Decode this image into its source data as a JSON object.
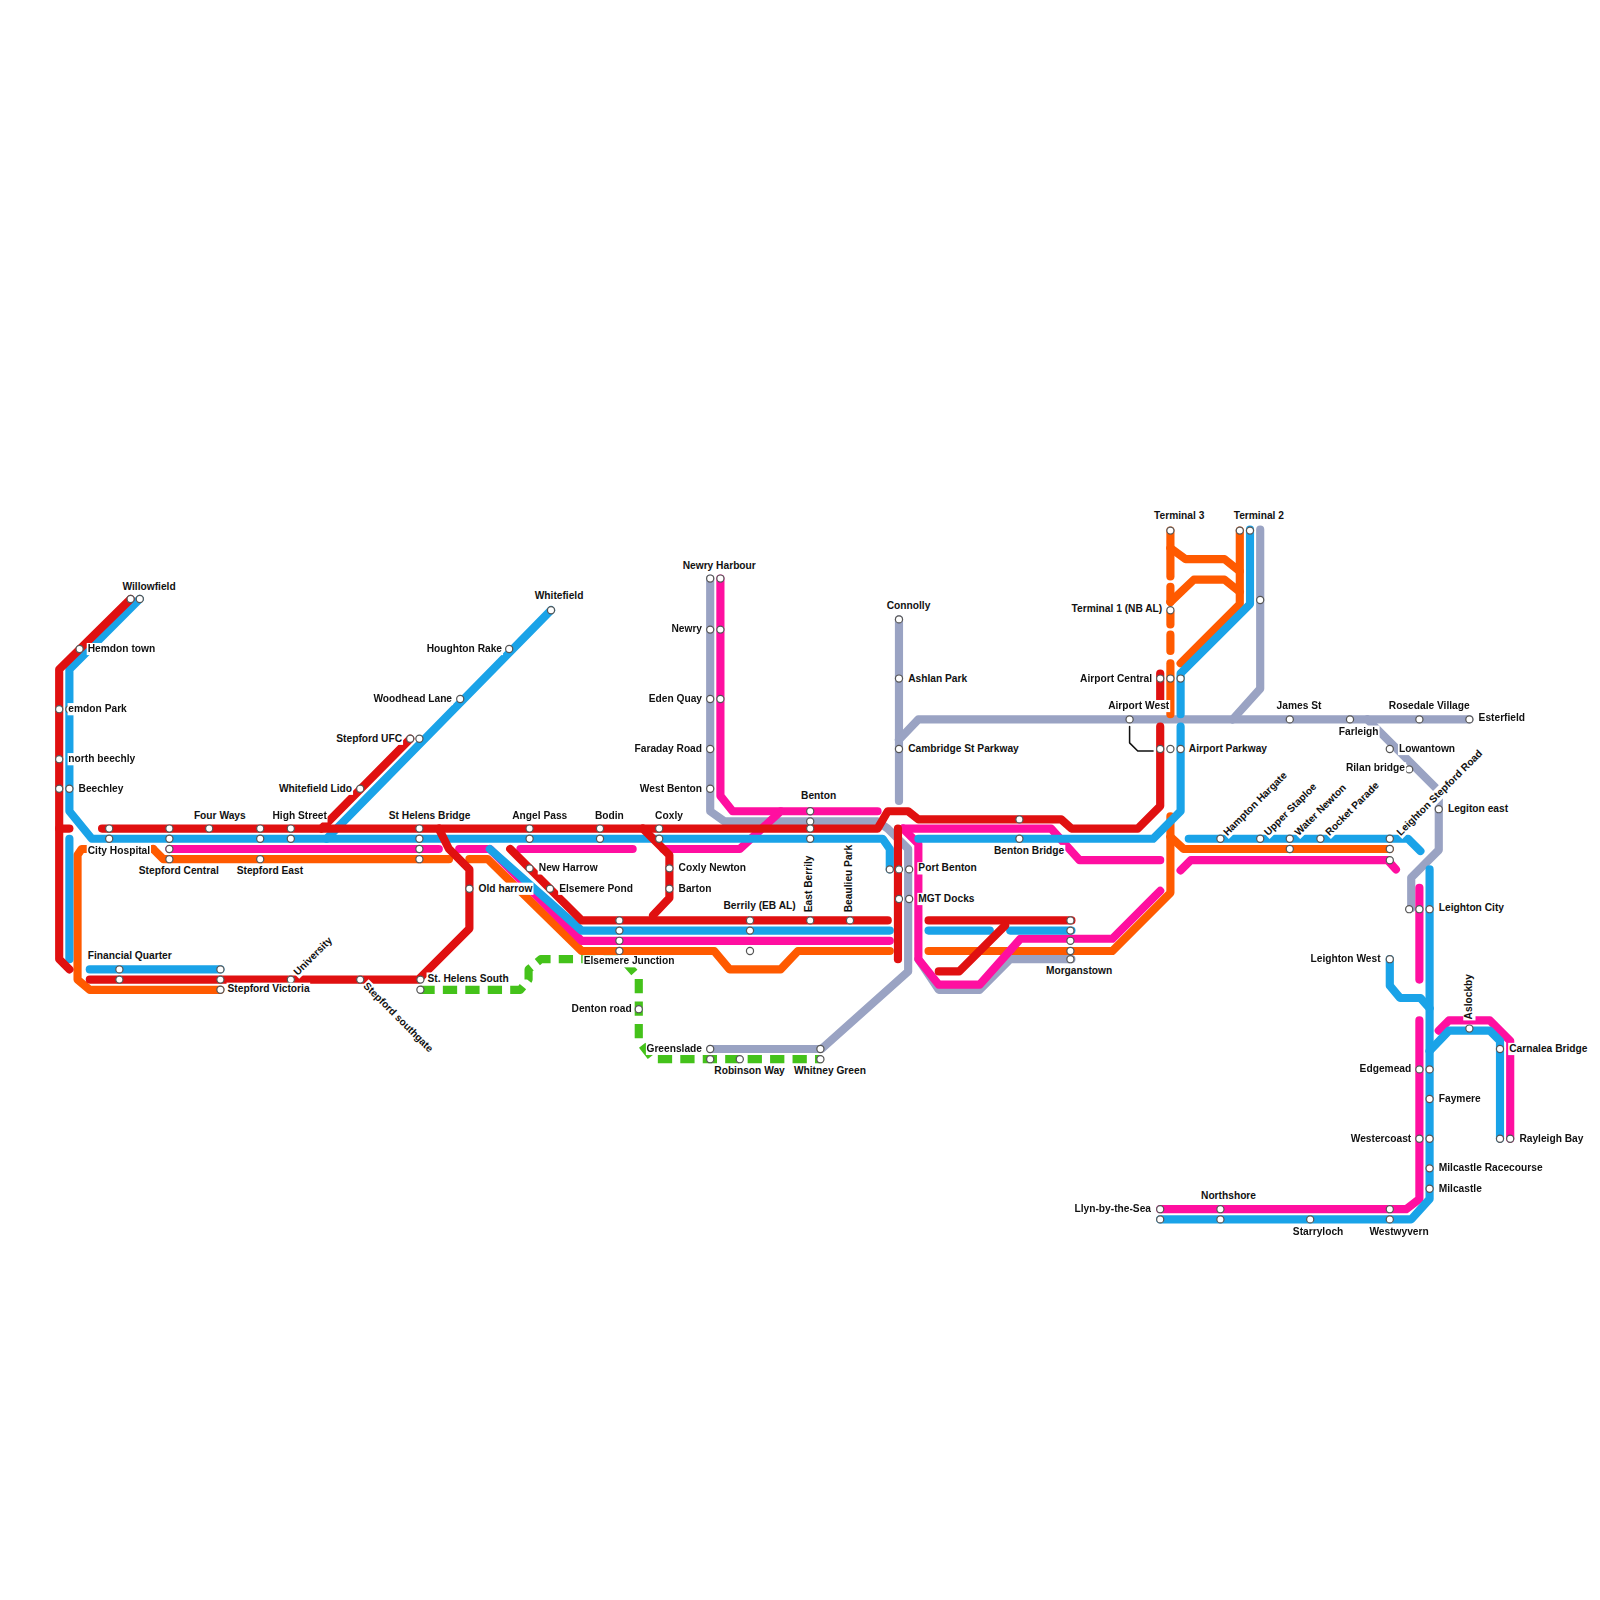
{
  "diagram": {
    "labels": [
      "Willowfield",
      "Hemdon town",
      "emdon Park",
      "north beechly",
      "Beechley",
      "City Hospital",
      "Four Ways",
      "High Street",
      "Stepford Central",
      "Stepford East",
      "Whitefield Lido",
      "Stepford UFC",
      "Woodhead Lane",
      "Houghton Rake",
      "Whitefield",
      "St Helens Bridge",
      "Old harrow",
      "Angel Pass",
      "Bodin",
      "Coxly",
      "New Harrow",
      "Elsemere Pond",
      "Coxly Newton",
      "Barton",
      "Financial Quarter",
      "University",
      "Stepford Victoria",
      "Stepford southgate",
      "St. Helens South",
      "Elsemere Junction",
      "Denton road",
      "Greenslade",
      "Robinson Way",
      "Whitney Green",
      "Berrily (EB AL)",
      "East Berrily",
      "Beaulieu Park",
      "Newry Harbour",
      "Newry",
      "Eden Quay",
      "Faraday Road",
      "West Benton",
      "Benton",
      "Connolly",
      "Ashlan Park",
      "Cambridge St Parkway",
      "Port Benton",
      "MGT Docks",
      "Benton Bridge",
      "Morganstown",
      "Terminal 3",
      "Terminal 2",
      "Terminal 1 (NB AL)",
      "Airport Central",
      "Airport West",
      "Airport Parkway",
      "James St",
      "Farleigh",
      "Rosedale Village",
      "Esterfield",
      "Lowantown",
      "Rilan bridge",
      "Hampton Hargate",
      "Upper Staploe",
      "Water Newton",
      "Rocket Parade",
      "Leighton Stepford Road",
      "Legiton east",
      "Leighton City",
      "Leighton West",
      "Aslockby",
      "Carnalea Bridge",
      "Edgemead",
      "Faymere",
      "Westercoast",
      "Rayleigh Bay",
      "Milcastle Racecourse",
      "Milcastle",
      "Northshore",
      "Llyn-by-the-Sea",
      "Starryloch",
      "Westwyvern"
    ]
  }
}
